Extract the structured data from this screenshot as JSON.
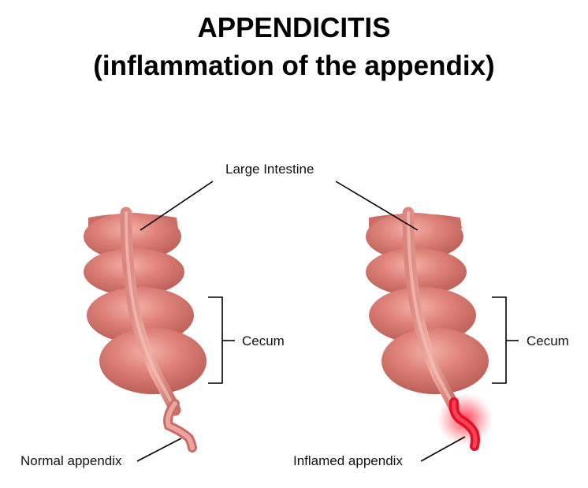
{
  "title": {
    "line1": "APPENDICITIS",
    "line2": "(inflammation of the appendix)"
  },
  "labels": {
    "large_intestine": "Large Intestine",
    "cecum_left": "Cecum",
    "cecum_right": "Cecum",
    "normal_appendix": "Normal appendix",
    "inflamed_appendix": "Inflamed appendix"
  },
  "colors": {
    "intestine": "#d8776f",
    "intestine_highlight": "#f2aaa0",
    "intestine_shadow": "#b85a54",
    "appendix_normal": "#e0918a",
    "appendix_inflamed": "#e3102a",
    "inflammation_glow": "#ff4a5c",
    "leader_line": "#000000"
  }
}
